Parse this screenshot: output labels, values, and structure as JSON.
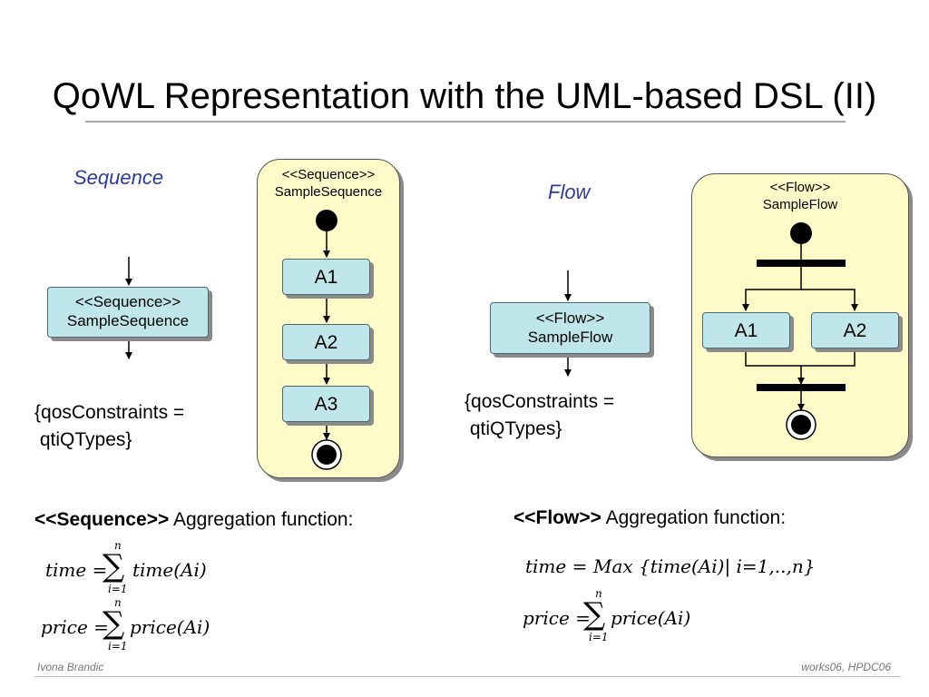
{
  "title": "QoWL Representation with the UML-based DSL (II)",
  "sequence": {
    "label": "Sequence",
    "node": {
      "stereotype": "<<Sequence>>",
      "name": "SampleSequence"
    },
    "container": {
      "stereotype": "<<Sequence>>",
      "name": "SampleSequence",
      "activities": [
        "A1",
        "A2",
        "A3"
      ]
    },
    "constraint": "{qosConstraints =\n qtiQTypes}",
    "aggregation": {
      "keyword": "<<Sequence>>",
      "text": " Aggregation function:"
    },
    "formulas": [
      {
        "lhs": "time =",
        "upper": "n",
        "lower": "i=1",
        "sigma": "∑",
        "rhs": "time(Ai)"
      },
      {
        "lhs": "price =",
        "upper": "n",
        "lower": "i=1",
        "sigma": "∑",
        "rhs": "price(Ai)"
      }
    ]
  },
  "flow": {
    "label": "Flow",
    "node": {
      "stereotype": "<<Flow>>",
      "name": "SampleFlow"
    },
    "container": {
      "stereotype": "<<Flow>>",
      "name": "SampleFlow",
      "activities": [
        "A1",
        "A2"
      ]
    },
    "constraint": "{qosConstraints =\n qtiQTypes}",
    "aggregation": {
      "keyword": "<<Flow>>",
      "text": " Aggregation function:"
    },
    "formulas": [
      {
        "lhs": "time =",
        "rhs": "Max {time(Ai)| i=1,..,n}"
      },
      {
        "lhs": "price =",
        "upper": "n",
        "lower": "i=1",
        "sigma": "∑",
        "rhs": "price(Ai)"
      }
    ]
  },
  "footer": {
    "left": "Ivona Brandic",
    "right": "works06, HPDC06"
  }
}
